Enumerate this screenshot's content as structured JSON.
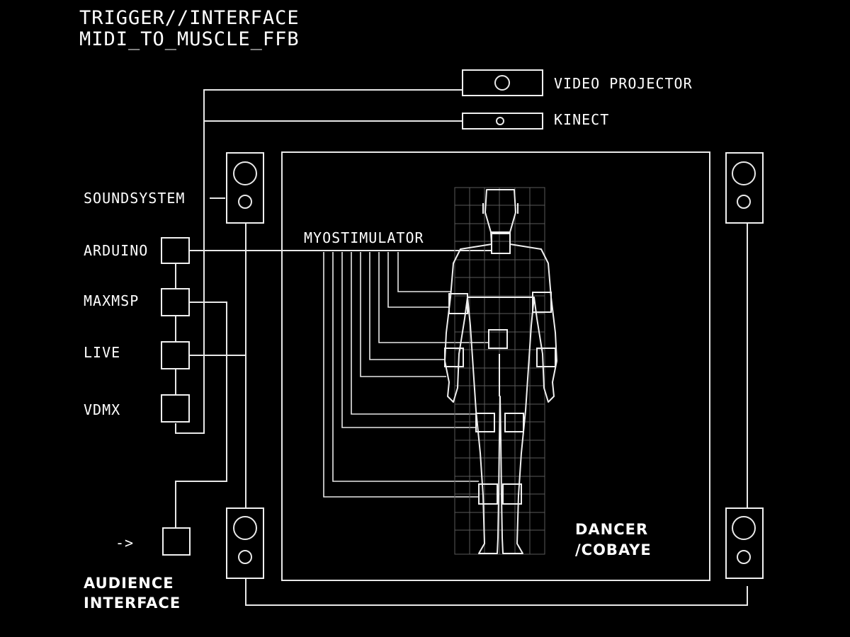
{
  "title": {
    "line1": "TRIGGER//INTERFACE",
    "line2": "MIDI_TO_MUSCLE_FFB"
  },
  "devices": {
    "video_projector": "VIDEO PROJECTOR",
    "kinect": "KINECT"
  },
  "left_labels": {
    "soundsystem": "SOUNDSYSTEM",
    "arduino": "ARDUINO",
    "maxmsp": "MAXMSP",
    "live": "LIVE",
    "vdmx": "VDMX"
  },
  "myostimulator": "MYOSTIMULATOR",
  "audience": {
    "arrow": "->",
    "line1": "AUDIENCE",
    "line2": "INTERFACE"
  },
  "dancer": {
    "line1": "DANCER",
    "line2": "/COBAYE"
  },
  "colors": {
    "background": "#000000",
    "line": "#e8e8e8",
    "grid": "#5a5a5a"
  }
}
